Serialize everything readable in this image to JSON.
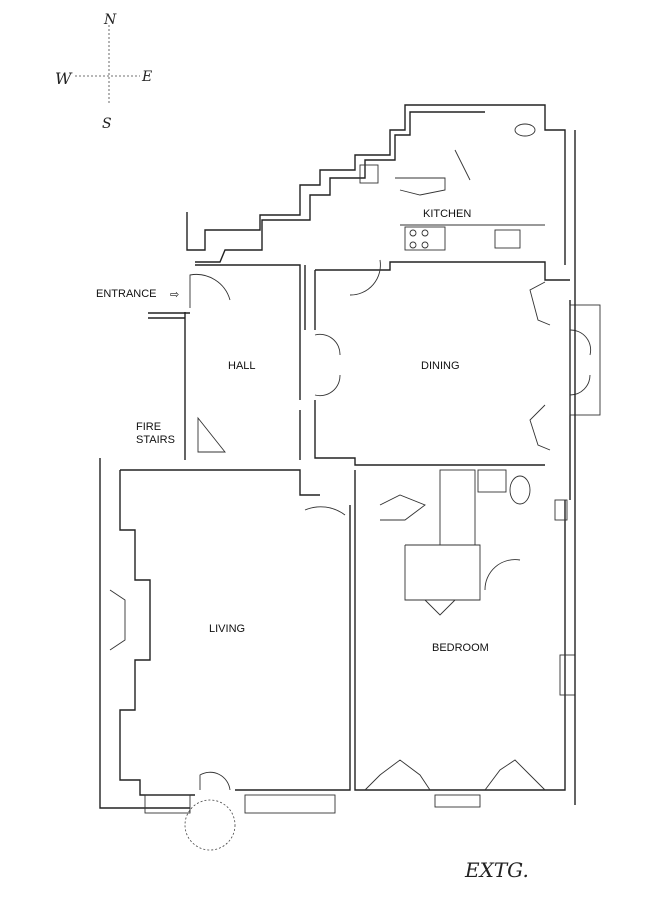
{
  "compass": {
    "north": "N",
    "east": "E",
    "south": "S",
    "west": "W"
  },
  "rooms": {
    "kitchen": "KITCHEN",
    "hall": "HALL",
    "dining": "DINING",
    "living": "LIVING",
    "bedroom": "BEDROOM"
  },
  "annotations": {
    "entrance": "ENTRANCE",
    "entrance_arrow": "⇨",
    "fire_stairs_line1": "FIRE",
    "fire_stairs_line2": "STAIRS"
  },
  "signature": "EXTG."
}
